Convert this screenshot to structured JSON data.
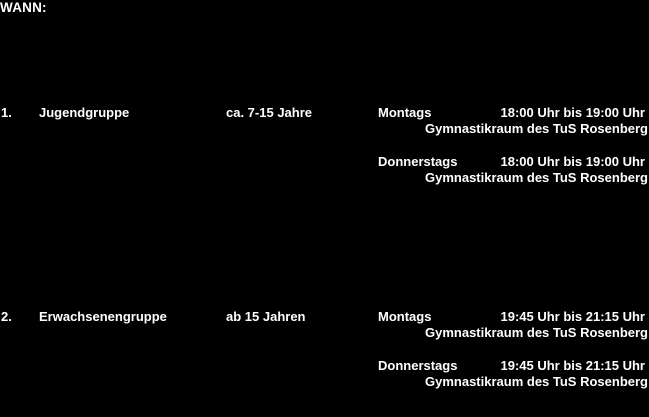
{
  "page": {
    "heading": "WANN:"
  },
  "colors": {
    "background": "#000000",
    "text": "#ffffff"
  },
  "schedule": {
    "groups": [
      {
        "number": "1.",
        "name": "Jugendgruppe",
        "age": "ca. 7-15 Jahre",
        "sessions": [
          {
            "day": "Montags",
            "time": "18:00 Uhr bis 19:00 Uhr",
            "location": "Gymnastikraum des TuS Rosenberg"
          },
          {
            "day": "Donnerstags",
            "time": "18:00 Uhr bis 19:00 Uhr",
            "location": "Gymnastikraum des TuS Rosenberg"
          }
        ]
      },
      {
        "number": "2.",
        "name": "Erwachsenengruppe",
        "age": "ab 15 Jahren",
        "sessions": [
          {
            "day": "Montags",
            "time": "19:45 Uhr bis 21:15 Uhr",
            "location": "Gymnastikraum des TuS Rosenberg"
          },
          {
            "day": "Donnerstags",
            "time": "19:45 Uhr bis 21:15 Uhr",
            "location": "Gymnastikraum des TuS Rosenberg"
          }
        ]
      }
    ]
  }
}
